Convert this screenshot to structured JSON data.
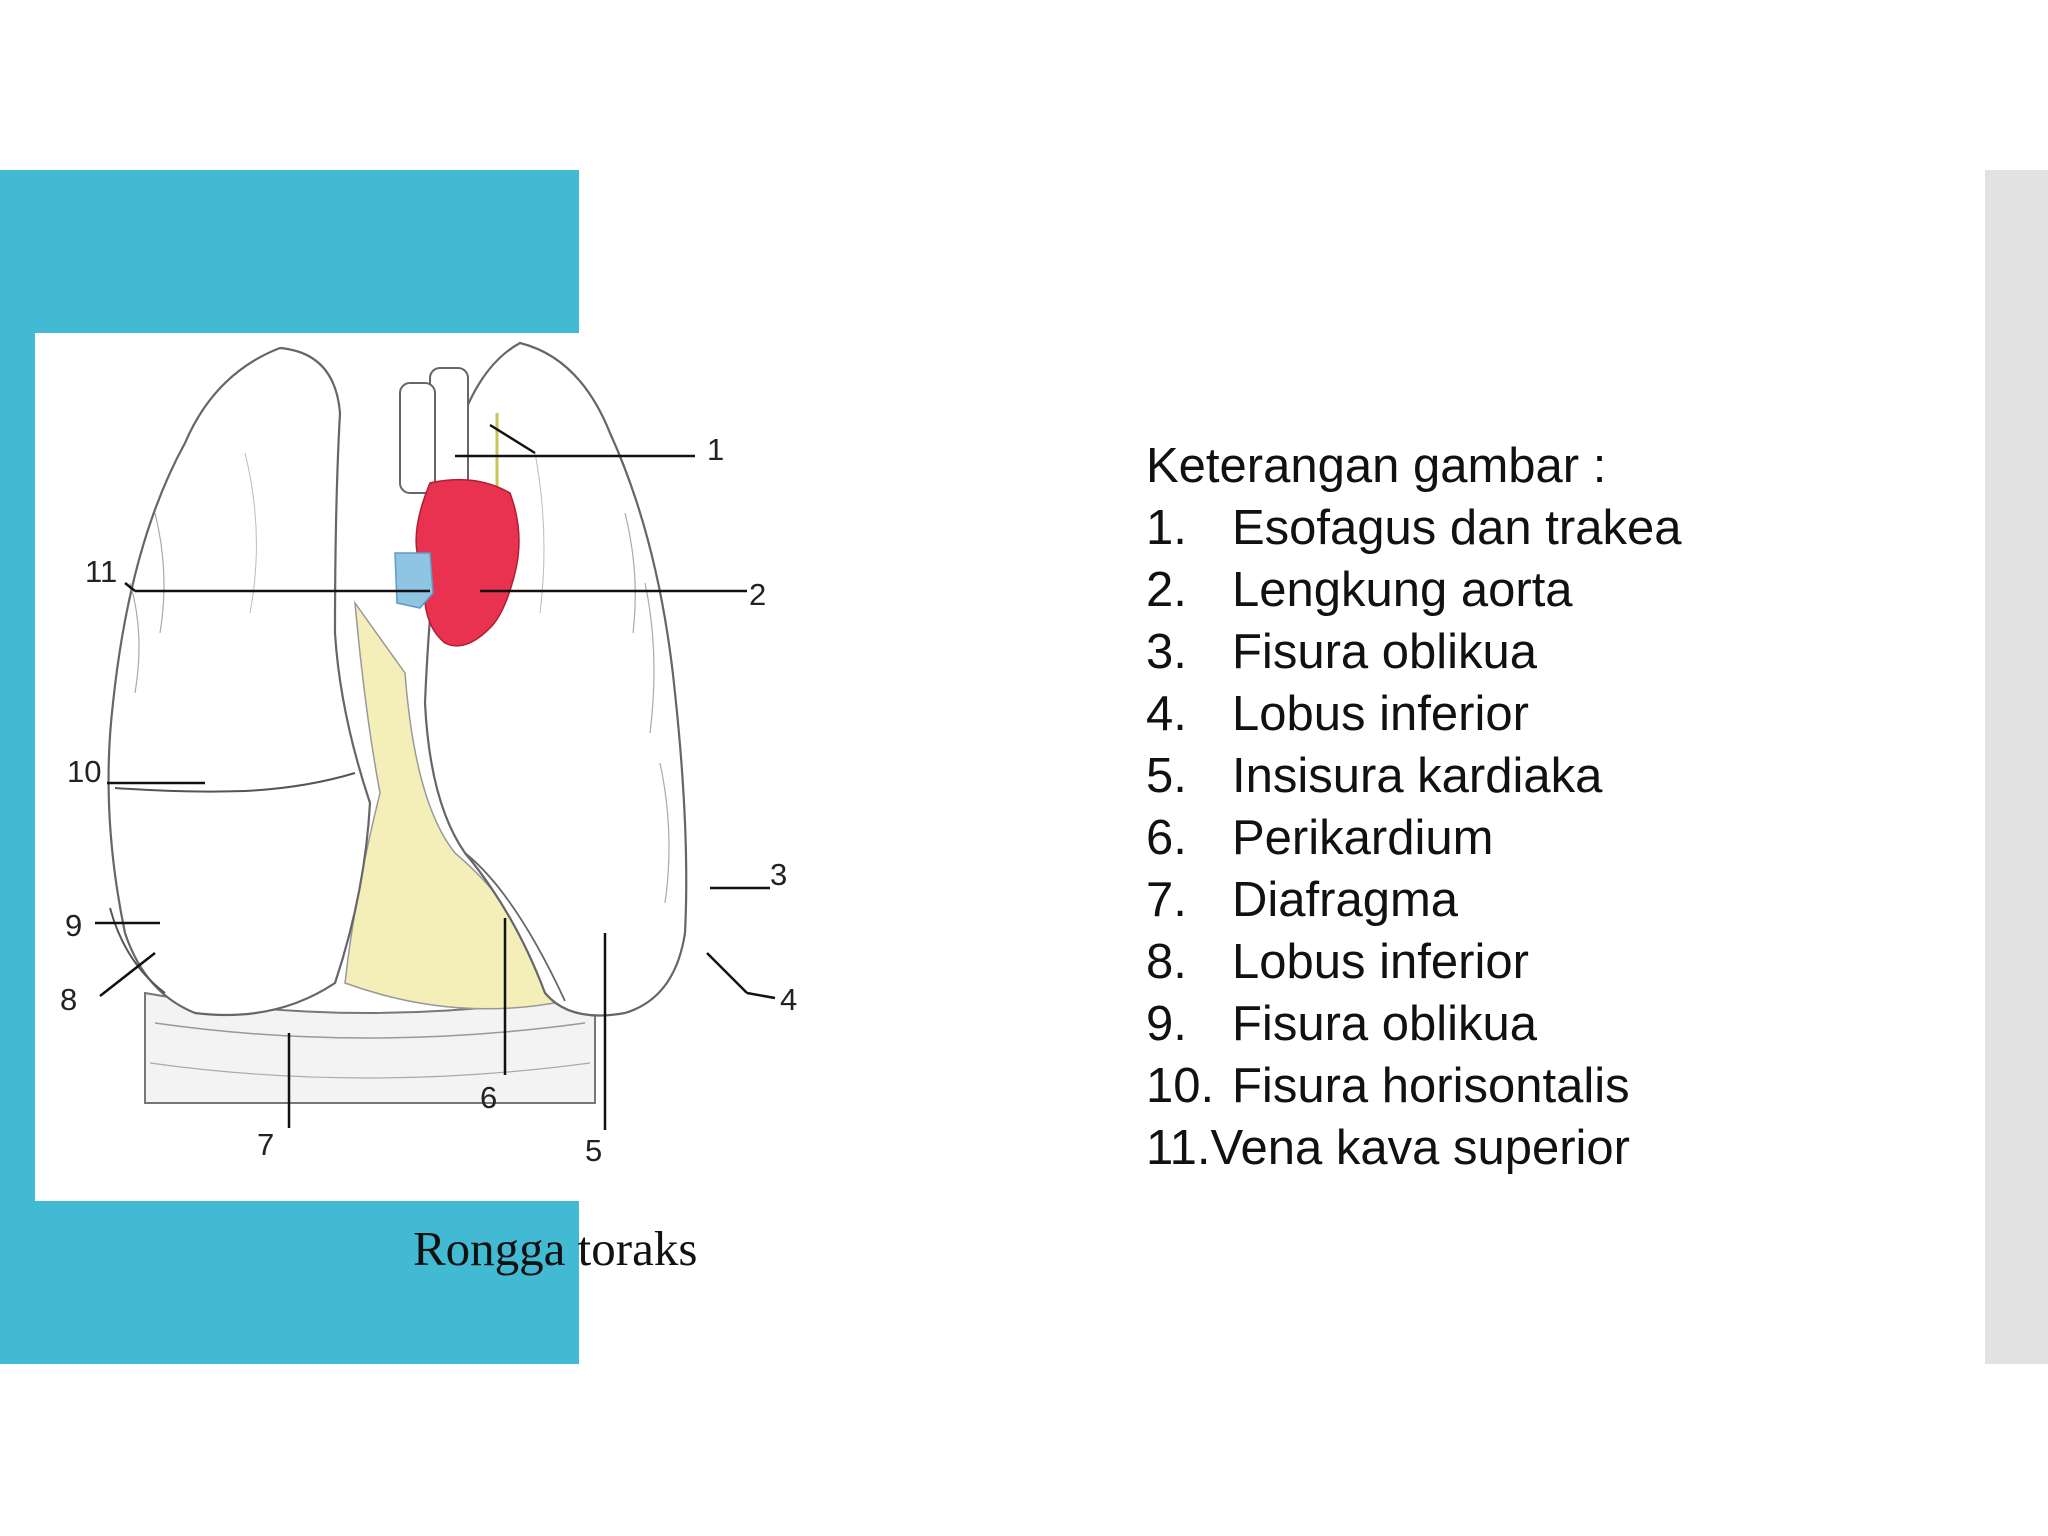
{
  "colors": {
    "accent": "#42bad3",
    "side_bar": "#e2e2e2",
    "aorta": "#e8324f",
    "vena_cava": "#8fc5e3",
    "pericardium": "#f4efb9"
  },
  "figure": {
    "caption": "Rongga toraks",
    "labels": [
      "1",
      "2",
      "3",
      "4",
      "5",
      "6",
      "7",
      "8",
      "9",
      "10",
      "11"
    ]
  },
  "legend": {
    "title": "Keterangan gambar :",
    "items": [
      {
        "num": "1.",
        "text": "Esofagus dan trakea"
      },
      {
        "num": "2.",
        "text": "Lengkung aorta"
      },
      {
        "num": "3.",
        "text": "Fisura oblikua"
      },
      {
        "num": "4.",
        "text": "Lobus inferior"
      },
      {
        "num": "5.",
        "text": "Insisura kardiaka"
      },
      {
        "num": "6.",
        "text": "Perikardium"
      },
      {
        "num": "7.",
        "text": "Diafragma"
      },
      {
        "num": "8.",
        "text": "Lobus inferior"
      },
      {
        "num": "9.",
        "text": "Fisura oblikua"
      },
      {
        "num": "10.",
        "text": "Fisura horisontalis"
      },
      {
        "num": "11.",
        "text": "Vena kava superior"
      }
    ]
  }
}
